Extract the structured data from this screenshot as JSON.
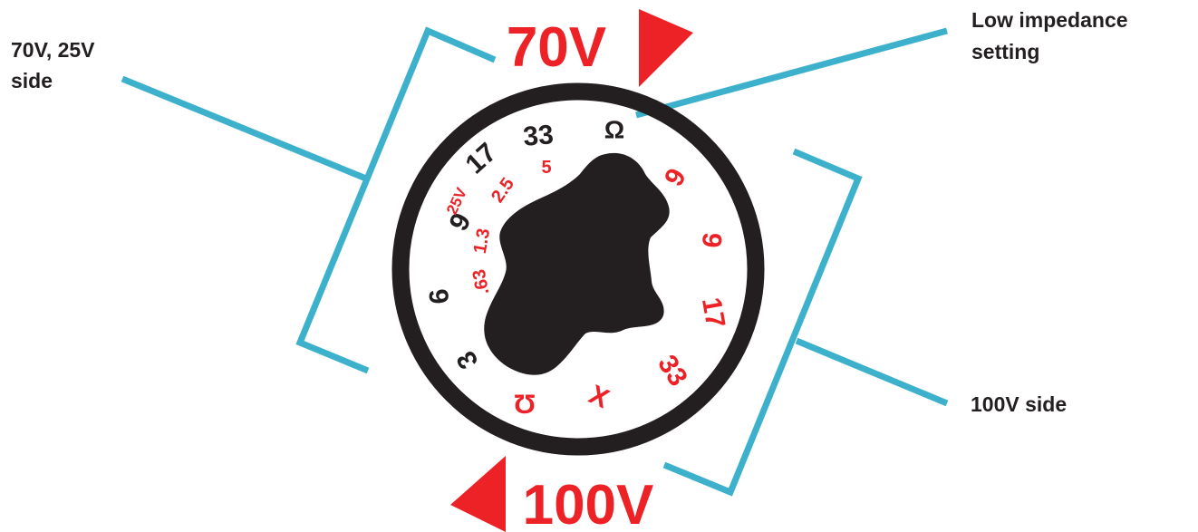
{
  "colors": {
    "accent_red": "#ec2227",
    "leader_blue": "#3db1cc",
    "ink": "#231f20",
    "background": "#ffffff"
  },
  "voltage": {
    "top_label": "70V",
    "bottom_label": "100V"
  },
  "callouts": {
    "left_line1": "70V, 25V",
    "left_line2": "side",
    "right_top_line1": "Low impedance",
    "right_top_line2": "setting",
    "right_bottom": "100V side"
  },
  "dial": {
    "outer_black": [
      "3",
      "6",
      "9",
      "17",
      "33",
      "Ω"
    ],
    "outer_red": [
      "6",
      "9",
      "17",
      "33",
      "X",
      "Ω"
    ],
    "inner_red": [
      ".63",
      "1.3",
      "25V",
      "2.5",
      "5"
    ]
  }
}
